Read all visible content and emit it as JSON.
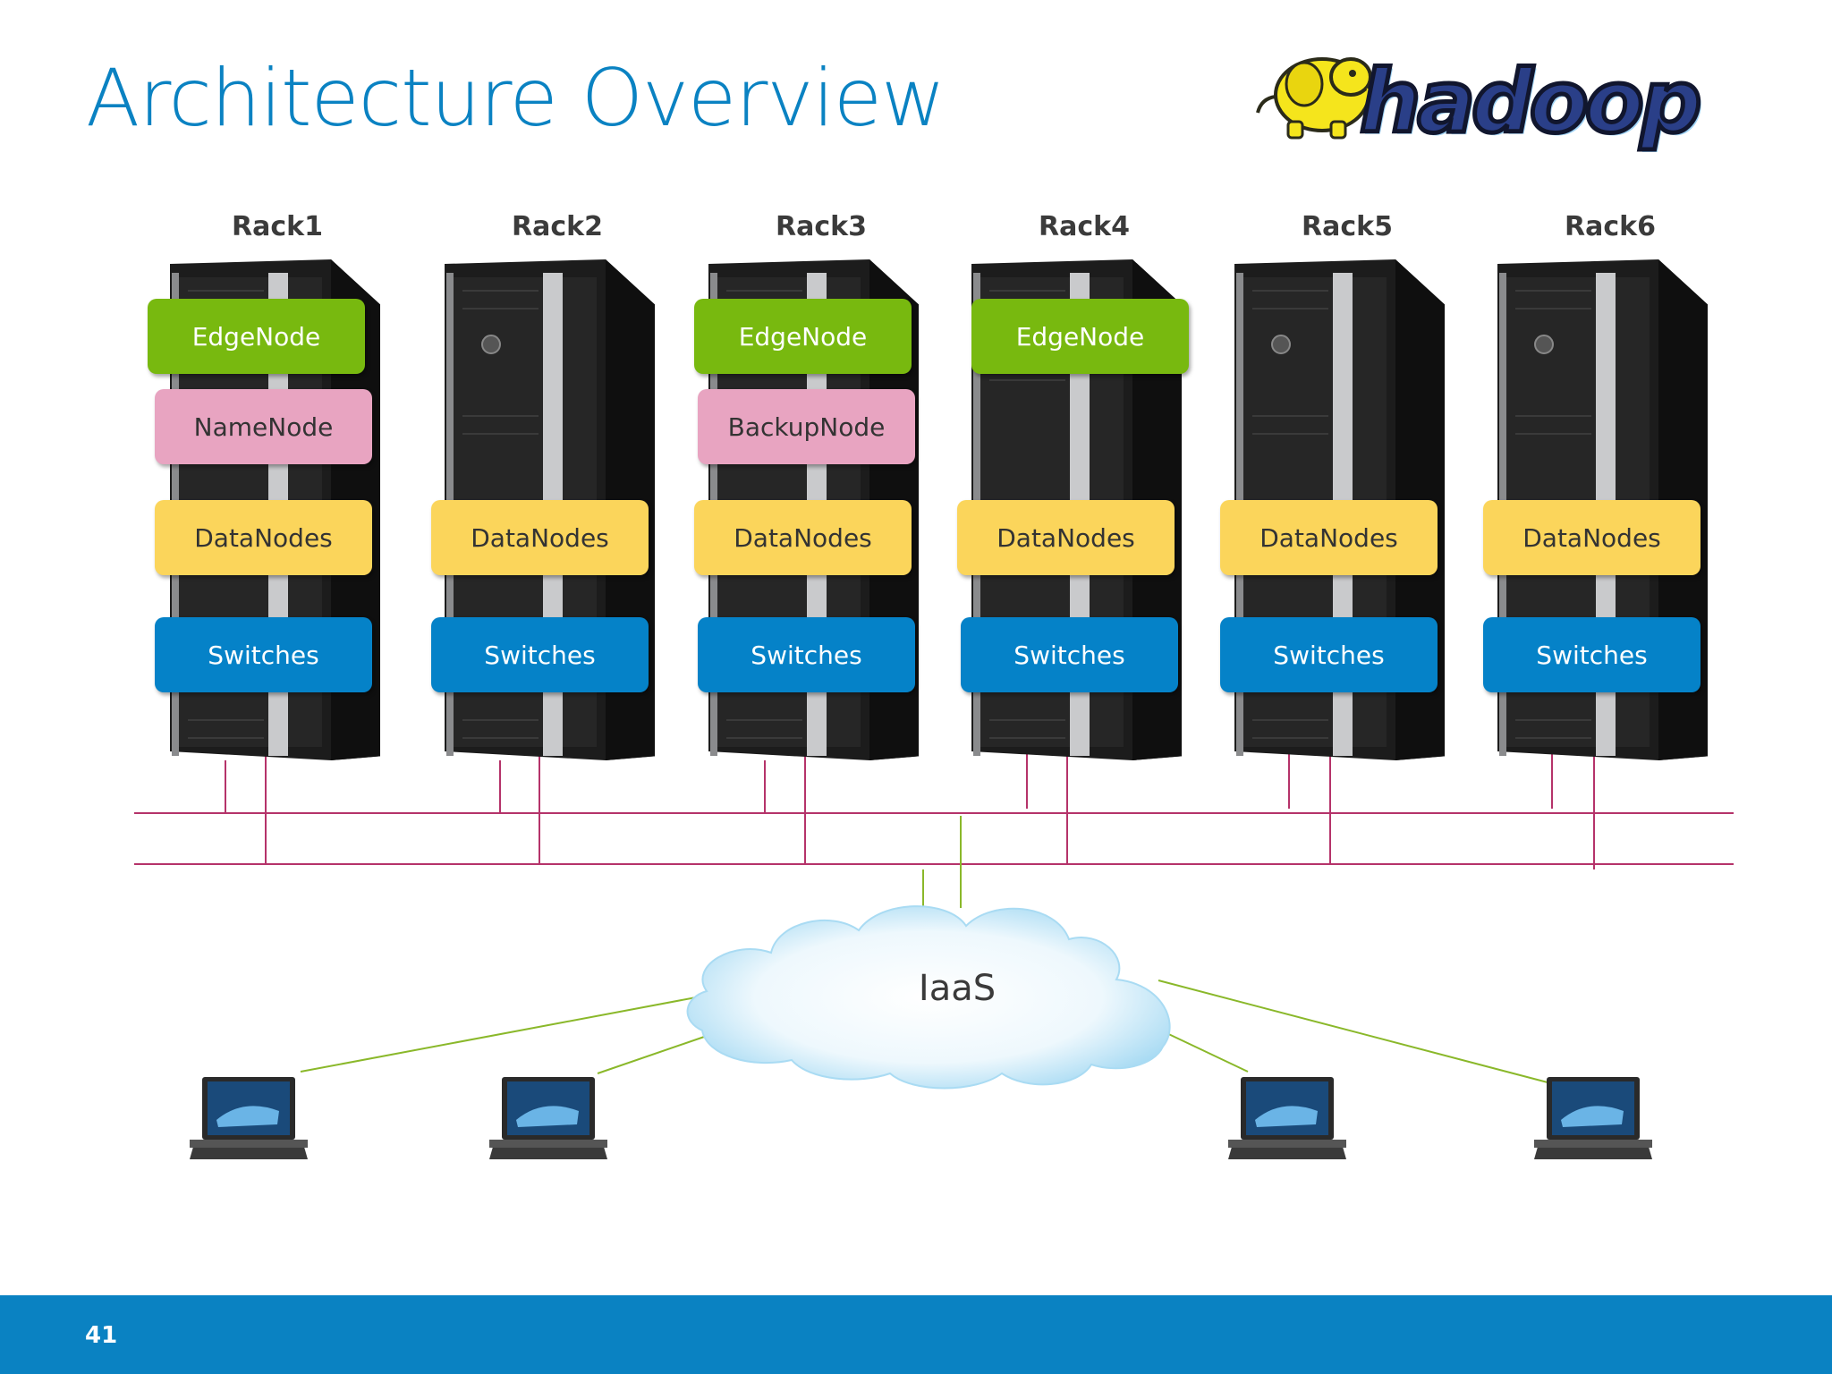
{
  "slide": {
    "title": "Architecture Overview",
    "page_number": "41"
  },
  "logo": {
    "text": "hadoop",
    "colors": {
      "elephant": "#f5e51c",
      "text": "#2a3f88",
      "outline": "#11162e"
    }
  },
  "racks": [
    {
      "label": "Rack1",
      "nodes": [
        "EdgeNode",
        "NameNode",
        "DataNodes",
        "Switches"
      ]
    },
    {
      "label": "Rack2",
      "nodes": [
        "DataNodes",
        "Switches"
      ]
    },
    {
      "label": "Rack3",
      "nodes": [
        "EdgeNode",
        "BackupNode",
        "DataNodes",
        "Switches"
      ]
    },
    {
      "label": "Rack4",
      "nodes": [
        "EdgeNode",
        "DataNodes",
        "Switches"
      ]
    },
    {
      "label": "Rack5",
      "nodes": [
        "DataNodes",
        "Switches"
      ]
    },
    {
      "label": "Rack6",
      "nodes": [
        "DataNodes",
        "Switches"
      ]
    }
  ],
  "cloud": {
    "label": "IaaS"
  },
  "colors": {
    "title": "#0a82c2",
    "edge_node": "#78b90f",
    "name_node": "#e8a4c1",
    "data_nodes": "#fbd55b",
    "switches": "#0582c8",
    "bus_line": "#b5336a",
    "client_line": "#8ab82a",
    "footer": "#0a82c2"
  },
  "icons": {
    "server": "server-rack-icon",
    "laptop": "laptop-icon",
    "cloud": "cloud-icon"
  }
}
